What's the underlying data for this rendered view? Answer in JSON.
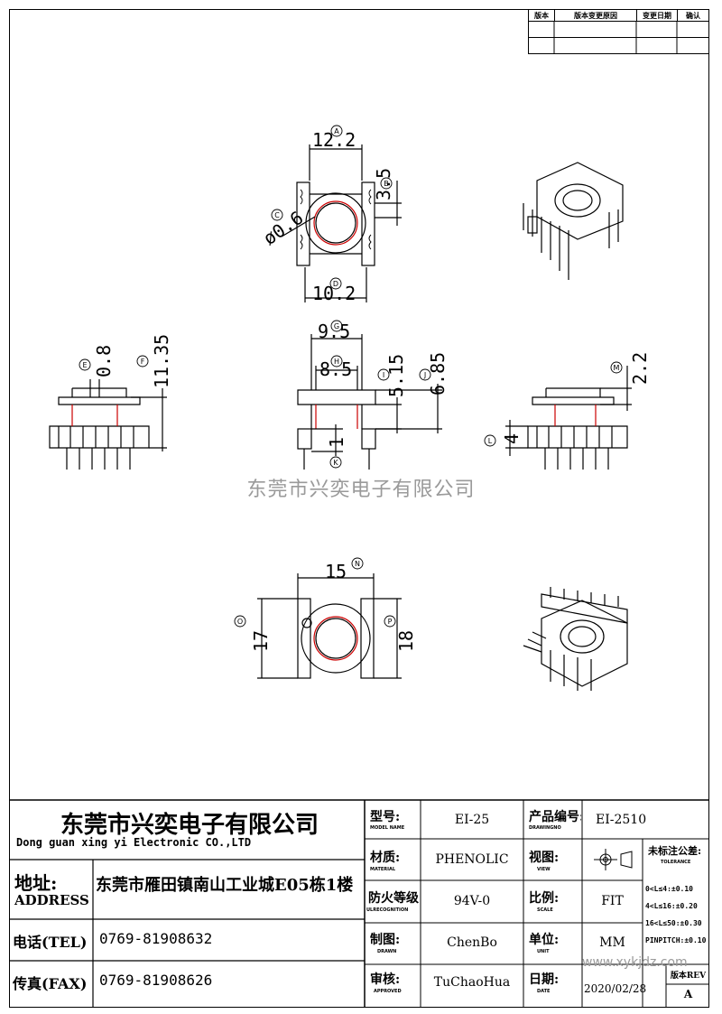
{
  "revision_table": {
    "headers": [
      "版本",
      "版本变更原因",
      "变更日期",
      "确认"
    ]
  },
  "dimensions": {
    "A": "12.2",
    "B": "3.5",
    "C": "ø0.6",
    "D": "10.2",
    "E": "0.8",
    "F": "11.35",
    "G": "9.5",
    "H": "8.5",
    "I": "5.15",
    "J": "6.85",
    "K": "1",
    "L": "4",
    "M": "2.2",
    "N": "15",
    "O": "17",
    "P": "18"
  },
  "circle_labels": [
    "A",
    "B",
    "C",
    "D",
    "E",
    "F",
    "G",
    "H",
    "I",
    "J",
    "K",
    "L",
    "M",
    "N",
    "O",
    "P"
  ],
  "watermark": "东莞市兴奕电子有限公司",
  "title_block": {
    "company_cn": "东莞市兴奕电子有限公司",
    "company_en": "Dong guan xing yi Electronic CO.,LTD",
    "address_label_cn": "地址:",
    "address_label_en": "ADDRESS",
    "address": "东莞市雁田镇南山工业城E05栋1楼",
    "tel_label": "电话(TEL)",
    "tel": "0769-81908632",
    "fax_label": "传真(FAX)",
    "fax": "0769-81908626",
    "model_label": "型号:",
    "model_label_en": "MODEL NAME",
    "model": "EI-25",
    "part_label": "产品编号:",
    "part_label_en": "DRAWINGNO",
    "part": "EI-2510",
    "material_label": "材质:",
    "material_label_en": "MATERIAL",
    "material": "PHENOLIC",
    "view_label": "视图:",
    "view_label_en": "VIEW",
    "tolerance_label": "未标注公差:",
    "tolerance_label_en": "TOLERANCE",
    "tolerance_1": "0<L≤4:±0.10",
    "tolerance_2": "4<L≤16:±0.20",
    "tolerance_3": "16<L≤50:±0.30",
    "tolerance_4": "PINPITCH:±0.10",
    "fire_label": "防火等级",
    "fire_label_en": "ULRECOGNITION",
    "fire": "94V-0",
    "scale_label": "比例:",
    "scale_label_en": "SCALE",
    "scale": "FIT",
    "drawn_label": "制图:",
    "drawn_label_en": "DRAWN",
    "drawn": "ChenBo",
    "unit_label": "单位:",
    "unit_label_en": "UNIT",
    "unit": "MM",
    "approved_label": "审核:",
    "approved_label_en": "APPROVED",
    "approved": "TuChaoHua",
    "date_label": "日期:",
    "date_label_en": "DATE",
    "date": "2020/02/28",
    "rev_label": "版本REV",
    "rev": "A",
    "site_watermark": "www.xykjdz.com"
  }
}
